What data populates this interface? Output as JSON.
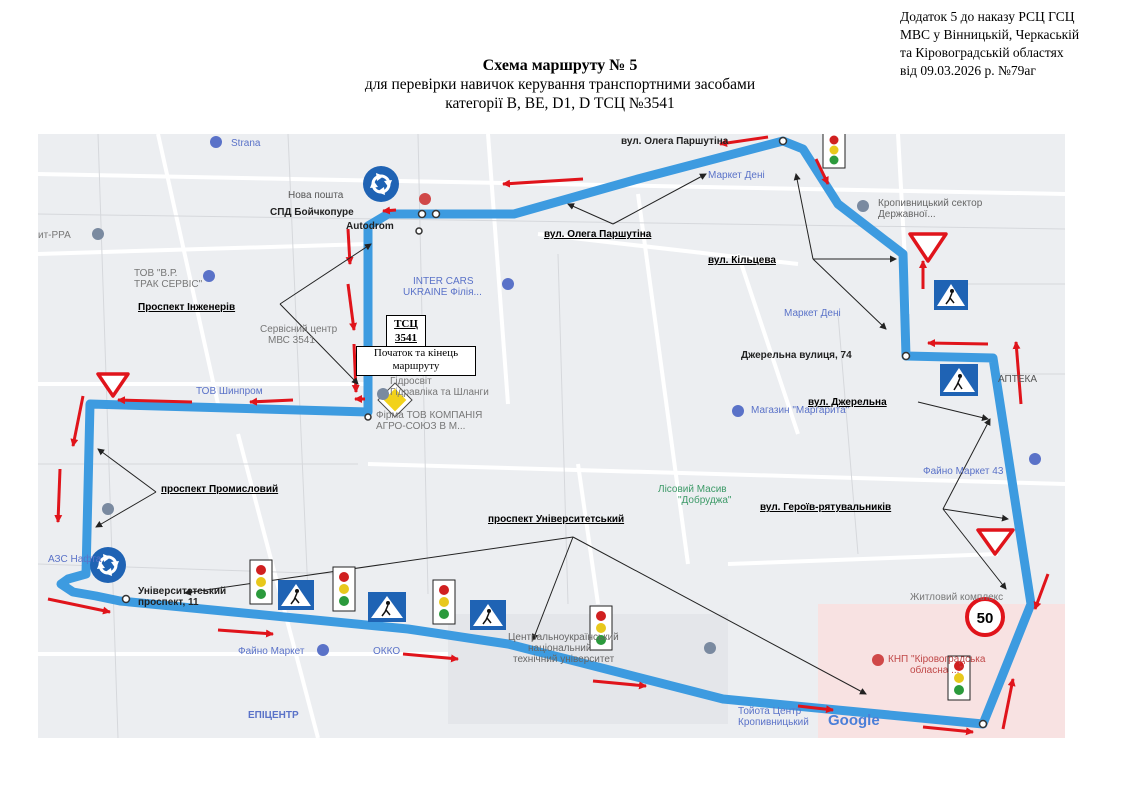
{
  "header": {
    "appendix_lines": [
      "Додаток 5 до наказу РСЦ ГСЦ",
      "МВС у Вінницькій, Черкаській",
      "та Кіровоградській областях",
      "від 09.03.2026 р. №79аг"
    ],
    "title": "Схема маршруту № 5",
    "subtitle_line1": "для перевірки навичок керування транспортними засобами",
    "subtitle_line2": "категорії B, BE, D1, D ТСЦ №3541"
  },
  "map": {
    "route_color": "#3d9be0",
    "arrow_color": "#e0141b",
    "tsc_label": "ТСЦ",
    "tsc_number": "3541",
    "start_label_line1": "Початок та кінець",
    "start_label_line2": "маршруту",
    "speed_limit": "50",
    "google_logo": "Google",
    "route_labels": {
      "inzheneriv": "Проспект Інженерів",
      "promyslovyi": "проспект Промисловий",
      "universytetskyi": "проспект Університетський",
      "olega": "вул. Олега Паршутіна",
      "kiltseva": "вул. Кільцева",
      "dzherelna": "вул. Джерельна",
      "heroiv": "вул. Героїв-рятувальників"
    },
    "streets": {
      "olega_top": "вул. Олега Паршутіна",
      "dzherelna": "Джерельна вулиця, 74",
      "universytetskyi": "Університетський",
      "universytetskyi_2": "проспект, 11",
      "spd": "СПД Бойчкопуре",
      "autodrom": "Autodrom",
      "nova_poshta": "Нова пошта"
    },
    "pois": {
      "strana": "Strana",
      "tov_vr": "ТОВ \"В.Р.",
      "tov_vr_2": "ТРАК СЕРВІС\"",
      "inter_cars": "INTER CARS",
      "inter_cars_2": "UKRAINE Філія...",
      "servisnyi": "Сервісний центр",
      "servisnyi_2": "МВС 3541",
      "tov_shynprom": "ТОВ Шинпром",
      "gidro": "Гідросвіт",
      "gidro_2": "Гідравліка та Шланги",
      "firma": "Фірма ТОВ КОМПАНІЯ",
      "firma_2": "АГРО-СОЮЗ В М...",
      "kropyv_sector": "Кропивницький сектор",
      "kropyv_sector_2": "Державної...",
      "market_deni": "Маркет Дені",
      "market_top": "Маркет Дені",
      "apteka": "АПТЕКА",
      "margaryta": "Магазин \"Маргарита\"",
      "dobrudzha": "Лісовий Масив",
      "dobrudzha_2": "\"Добруджа\"",
      "faino_right": "Файно Маркет 43",
      "zhytlovyi": "Житловий комплекс",
      "knp": "КНП \"Кіровоградська",
      "knp_2": "обласна ...\"",
      "tsentr_ukr": "Центральноукраїнський",
      "tsentr_ukr_2": "національний",
      "tsentr_ukr_3": "технічний університет",
      "faino_left": "Файно Маркет",
      "okko": "ОККО",
      "epitsentr": "ЕПІЦЕНТР",
      "toyota": "Тойота Центр",
      "toyota_2": "Кропивницький",
      "azs": "АЗС Нафта",
      "rra": "ит-РРА"
    }
  }
}
